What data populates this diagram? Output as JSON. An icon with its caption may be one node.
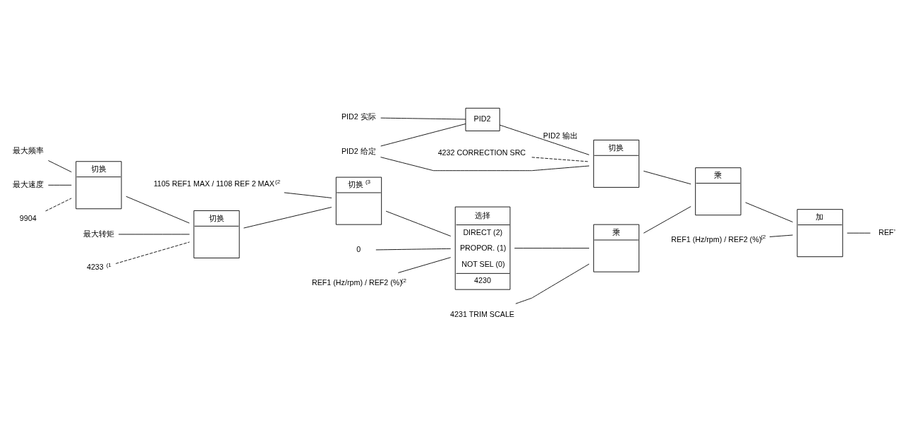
{
  "diagram": {
    "nodes": [
      {
        "text": [
          "1105 REF1 MAX / 1108 REF 2 MAX$^{(2}$"
        ]
      },
      {
        "text": [
          "最大频率"
        ]
      },
      {
        "text": [
          "最大速度"
        ]
      },
      {
        "text": [
          "切换"
        ]
      },
      {
        "text": [
          "9904"
        ]
      },
      {
        "text": [
          "最大转矩"
        ]
      },
      {
        "text": [
          "切换"
        ]
      },
      {
        "text": [
          "4233 $^{(1}$"
        ]
      },
      {
        "text": [
          "切换 $^{(3}$"
        ]
      },
      {
        "text": [
          "选择",
          "DIRECT (2)",
          "PROPOR. (1)",
          "NOT SEL (0)",
          "4230"
        ]
      },
      {
        "text": [
          "REF1 (Hz/rpm) / REF2 (%)$^{(2}$"
        ]
      },
      {
        "text": [
          "0"
        ]
      },
      {
        "text": [
          "乘"
        ]
      },
      {
        "text": [
          "4231 TRIM SCALE"
        ]
      },
      {
        "text": [
          "乘"
        ]
      },
      {
        "text": [
          "REF1 (Hz/rpm) / REF2 (%)$^{(2}$"
        ]
      },
      {
        "text": [
          "加"
        ]
      },
      {
        "text": [
          "REF’"
        ]
      },
      {
        "text": [
          "PID2 给定"
        ]
      },
      {
        "text": [
          "PID2 实际"
        ]
      },
      {
        "text": [
          "PID2"
        ]
      },
      {
        "text": [
          "切换"
        ]
      },
      {
        "text": [
          "4232 CORRECTION SRC"
        ]
      }
    ],
    "edges": [
      {
        "from": 1,
        "to": 3,
        "arrow": "none"
      },
      {
        "from": 2,
        "to": 3,
        "arrow": "none"
      },
      {
        "from": 4,
        "to": 3,
        "arrow": "none",
        "style": "dashed"
      },
      {
        "from": 3,
        "to": 6,
        "arrow": "none"
      },
      {
        "from": 5,
        "to": 6,
        "arrow": "none"
      },
      {
        "from": 7,
        "to": 6,
        "arrow": "none",
        "style": "dashed"
      },
      {
        "from": 0,
        "to": 8,
        "arrow": "none"
      },
      {
        "from": 6,
        "to": 8,
        "arrow": "none"
      },
      {
        "from": 8,
        "to": 9,
        "arrow": "none"
      },
      {
        "from": 10,
        "to": 9,
        "arrow": "none"
      },
      {
        "from": 11,
        "to": 9,
        "arrow": "none"
      },
      {
        "from": 9,
        "to": 12,
        "arrow": "none"
      },
      {
        "from": 13,
        "to": 12,
        "arrow": "none"
      },
      {
        "from": 12,
        "to": 14,
        "arrow": "none"
      },
      {
        "from": 21,
        "to": 14,
        "arrow": "none"
      },
      {
        "from": 14,
        "to": 16,
        "arrow": "none"
      },
      {
        "from": 15,
        "to": 16,
        "arrow": "none"
      },
      {
        "from": 16,
        "to": 17,
        "arrow": "none"
      },
      {
        "from": 18,
        "to": 21,
        "arrow": "none"
      },
      {
        "from": 18,
        "to": 20,
        "arrow": "none"
      },
      {
        "from": 19,
        "to": 20,
        "arrow": "none"
      },
      {
        "from": 20,
        "to": 21,
        "arrow": "none",
        "label": "PID2 输出"
      },
      {
        "from": 22,
        "to": 21,
        "arrow": "none",
        "style": "dashed"
      }
    ]
  }
}
